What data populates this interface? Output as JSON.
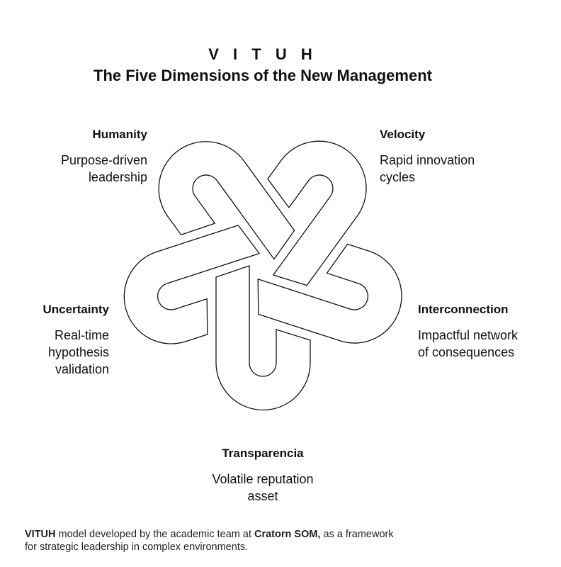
{
  "header": {
    "brand": "V I T U H",
    "title": "The Five Dimensions of the New Management"
  },
  "dimensions": [
    {
      "name": "Humanity",
      "lines": [
        "Purpose-driven",
        "leadership"
      ]
    },
    {
      "name": "Velocity",
      "lines": [
        "Rapid innovation",
        "cycles"
      ]
    },
    {
      "name": "Uncertainty",
      "lines": [
        "Real-time",
        "hypothesis",
        "validation"
      ]
    },
    {
      "name": "Interconnection",
      "lines": [
        "Impactful network",
        "of consequences"
      ]
    },
    {
      "name": "Transparencia",
      "lines": [
        "Volatile reputation",
        "asset"
      ]
    }
  ],
  "footer": {
    "brand": "VITUH",
    "text1": " model developed by the academic team at ",
    "org": "Cratorn SOM,",
    "text2": " as a framework",
    "line2": "for strategic leadership in complex environments."
  }
}
